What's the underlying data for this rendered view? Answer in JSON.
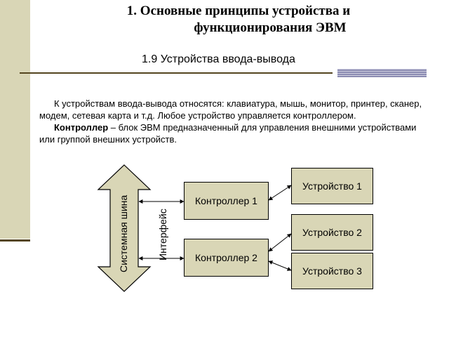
{
  "slide": {
    "title_line1": "1. Основные принципы устройства и",
    "title_line2": "функционирования ЭВМ",
    "subtitle": "1.9 Устройства ввода-вывода",
    "paragraph1": "К устройствам ввода-вывода относятся: клавиатура, мышь, монитор, принтер, сканер, модем, сетевая карта и т.д. Любое устройство управляется контроллером.",
    "paragraph2_bold": "Контроллер",
    "paragraph2_rest": " – блок ЭВМ предназначенный для управления внешними устройствами или группой внешних устройств."
  },
  "diagram": {
    "bus_label": "Системная шина",
    "interface_label": "Интерфейс",
    "controller1": "Контроллер 1",
    "controller2": "Контроллер 2",
    "device1": "Устройство 1",
    "device2": "Устройство 2",
    "device3": "Устройство 3"
  },
  "colors": {
    "accent_fill": "#d9d6b6",
    "line_dark": "#54451f"
  }
}
